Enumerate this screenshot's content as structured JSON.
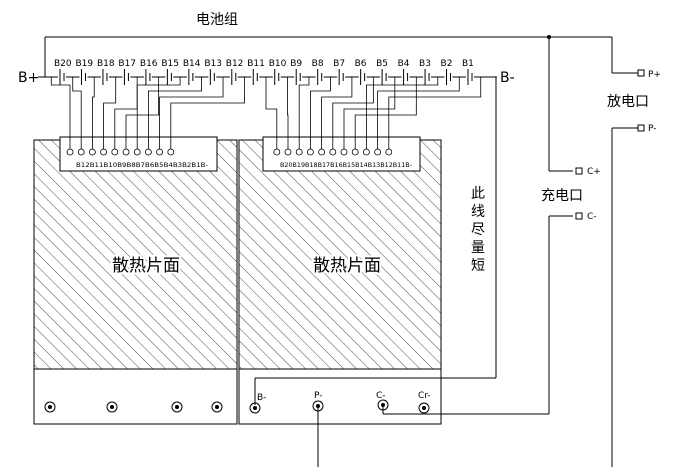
{
  "labels": {
    "battery_pack": "电池组",
    "b_plus": "B+",
    "b_minus": "B-",
    "discharge_port": "放电口",
    "charge_port": "充电口",
    "heat_sink_left": "散热片面",
    "heat_sink_right": "散热片面",
    "note_line1": "此",
    "note_line2": "线",
    "note_line3": "尽",
    "note_line4": "量",
    "note_line5": "短",
    "p_plus": "P+",
    "p_minus": "P-",
    "c_plus": "C+",
    "c_minus": "C-",
    "pad_b_minus": "B-",
    "pad_p_minus": "P-",
    "pad_c_minus": "C-",
    "pad_cr_minus": "Cr-"
  },
  "cells": [
    "B20",
    "B19",
    "B18",
    "B17",
    "B16",
    "B15",
    "B14",
    "B13",
    "B12",
    "B11",
    "B10",
    "B9",
    "B8",
    "B7",
    "B6",
    "B5",
    "B4",
    "B3",
    "B2",
    "B1"
  ],
  "left_connector_pins": "B12B11B10B9B8B7B6B5B4B3B2B1B-",
  "right_connector_pins": "B20B19B18B17B16B15B14B13B12B11B-",
  "colors": {
    "line": "#000000",
    "background": "#ffffff"
  }
}
